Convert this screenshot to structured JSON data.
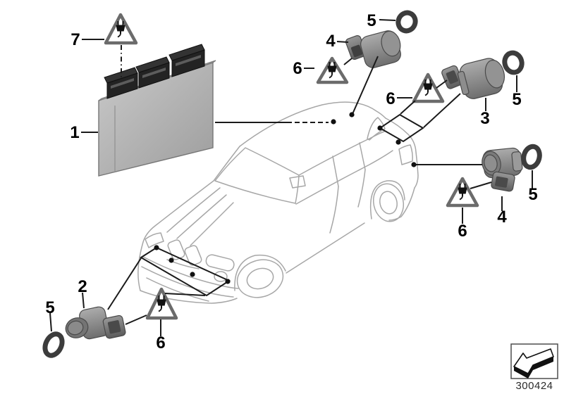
{
  "diagram": {
    "type": "vehicle-parts-diagram",
    "subject": "park-distance-control-sensors-and-control-unit-on-vehicle",
    "drawing_number": "300424",
    "callouts": [
      {
        "id": "callout-7-warning-triangle",
        "ref": "7"
      },
      {
        "id": "callout-1-control-unit",
        "ref": "1"
      },
      {
        "id": "callout-2-front-sensor",
        "ref": "2"
      },
      {
        "id": "callout-5-front-ring",
        "ref": "5"
      },
      {
        "id": "callout-6-front-triangle",
        "ref": "6"
      },
      {
        "id": "callout-4-top-sensor",
        "ref": "4"
      },
      {
        "id": "callout-6-top-triangle",
        "ref": "6"
      },
      {
        "id": "callout-5-top-ring",
        "ref": "5"
      },
      {
        "id": "callout-6-mid-triangle",
        "ref": "6"
      },
      {
        "id": "callout-3-sensor",
        "ref": "3"
      },
      {
        "id": "callout-5-mid-ring",
        "ref": "5"
      },
      {
        "id": "callout-5-rear-ring",
        "ref": "5"
      },
      {
        "id": "callout-4-rear-sensor",
        "ref": "4"
      },
      {
        "id": "callout-6-rear-triangle",
        "ref": "6"
      }
    ],
    "components": [
      {
        "icon": "control-unit",
        "callout": "1"
      },
      {
        "icon": "ultrasonic-sensor",
        "callout": "2"
      },
      {
        "icon": "ultrasonic-sensor",
        "callout": "3"
      },
      {
        "icon": "ultrasonic-sensor",
        "callout": "4"
      },
      {
        "icon": "sealing-o-ring",
        "callout": "5"
      },
      {
        "icon": "warning-triangle-plug-icon",
        "callout": "6"
      },
      {
        "icon": "warning-triangle-plug-icon",
        "callout": "7"
      },
      {
        "icon": "direction-arrow-icon",
        "callout": null
      },
      {
        "icon": "car-outline-bmw-x1",
        "callout": null
      }
    ],
    "colors": {
      "background": "#ffffff",
      "annotation_line": "#1a1a1a",
      "car_outline": "#a7a7a7",
      "triangle_outline": "#6b6b6b",
      "sensor_body": "#8a8a8a",
      "connector_dark": "#262626",
      "o_ring": "#3c3c3c"
    }
  }
}
